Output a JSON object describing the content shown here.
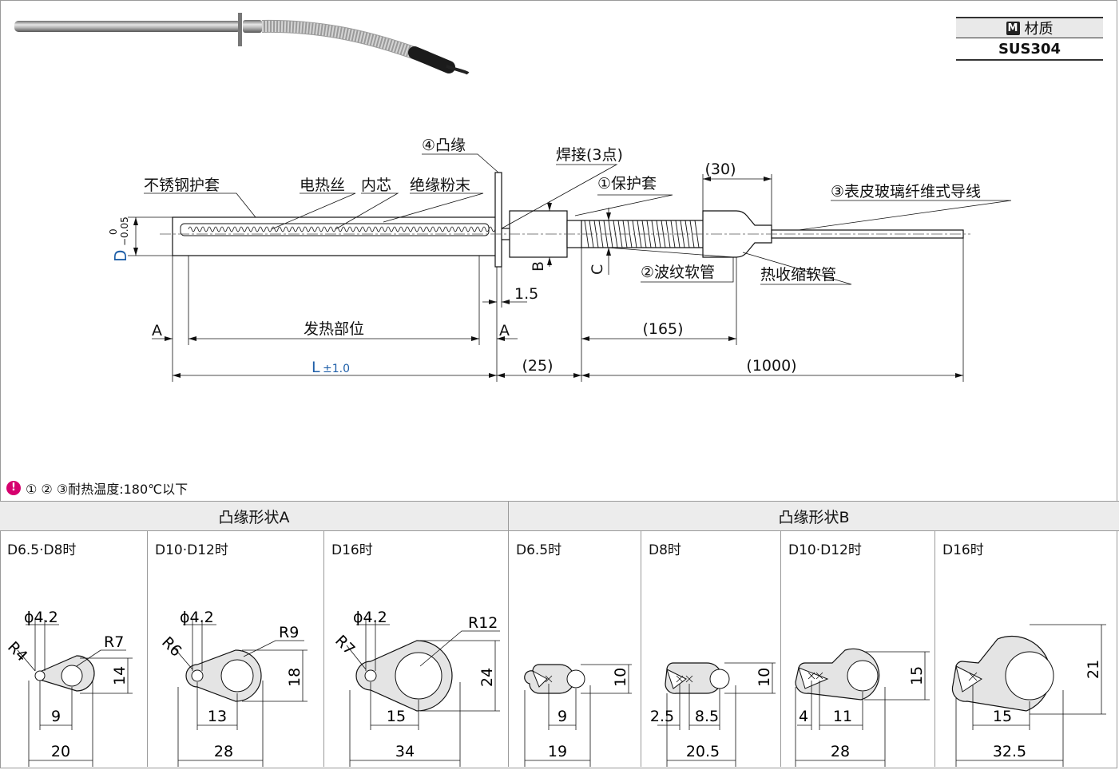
{
  "material": {
    "badge": "M",
    "label": "材质",
    "value": "SUS304"
  },
  "main_drawing": {
    "callouts": {
      "sheath": "不锈钢护套",
      "wire": "电热丝",
      "core": "内芯",
      "powder": "绝缘粉末",
      "flange": "④凸缘",
      "weld": "焊接(3点)",
      "protect": "①保护套",
      "lead": "③表皮玻璃纤维式导线",
      "bellows": "②波纹软管",
      "shrink": "热收缩软管"
    },
    "dims": {
      "d_letter": "D",
      "d_tol_upper": "0",
      "d_tol_lower": "−0.05",
      "b_label": "B",
      "c_label": "C",
      "d15": "1.5",
      "d30": "(30)",
      "heat_zone": "发热部位",
      "a_left": "A",
      "a_right": "A",
      "d165": "(165)",
      "l_letter": "L",
      "l_tol": "±1.0",
      "d25": "(25)",
      "d1000": "(1000)"
    }
  },
  "note": {
    "icon": "!",
    "text": "① ② ③耐热温度:180℃以下"
  },
  "table": {
    "shape_a": {
      "title": "凸缘形状A",
      "cells": [
        {
          "label": "D6.5·D8时",
          "hole": "ϕ4.2",
          "r_small": "R4",
          "r_big": "R7",
          "height": "14",
          "pitch": "9",
          "length": "20"
        },
        {
          "label": "D10·D12时",
          "hole": "ϕ4.2",
          "r_small": "R6",
          "r_big": "R9",
          "height": "18",
          "pitch": "13",
          "length": "28"
        },
        {
          "label": "D16时",
          "hole": "ϕ4.2",
          "r_small": "R7",
          "r_big": "R12",
          "height": "24",
          "pitch": "15",
          "length": "34"
        }
      ]
    },
    "shape_b": {
      "title": "凸缘形状B",
      "cells": [
        {
          "label": "D6.5时",
          "height": "10",
          "pitch": "9",
          "length": "19"
        },
        {
          "label": "D8时",
          "height": "10",
          "pitch_a": "2.5",
          "pitch_b": "8.5",
          "length": "20.5"
        },
        {
          "label": "D10·D12时",
          "height": "15",
          "pitch_a": "4",
          "pitch_b": "11",
          "length": "28"
        },
        {
          "label": "D16时",
          "height": "21",
          "pitch": "15",
          "length": "32.5"
        }
      ]
    }
  },
  "colors": {
    "accent_blue": "#1f5fa8",
    "note_pink": "#d6006e",
    "header_gray": "#ececec"
  }
}
